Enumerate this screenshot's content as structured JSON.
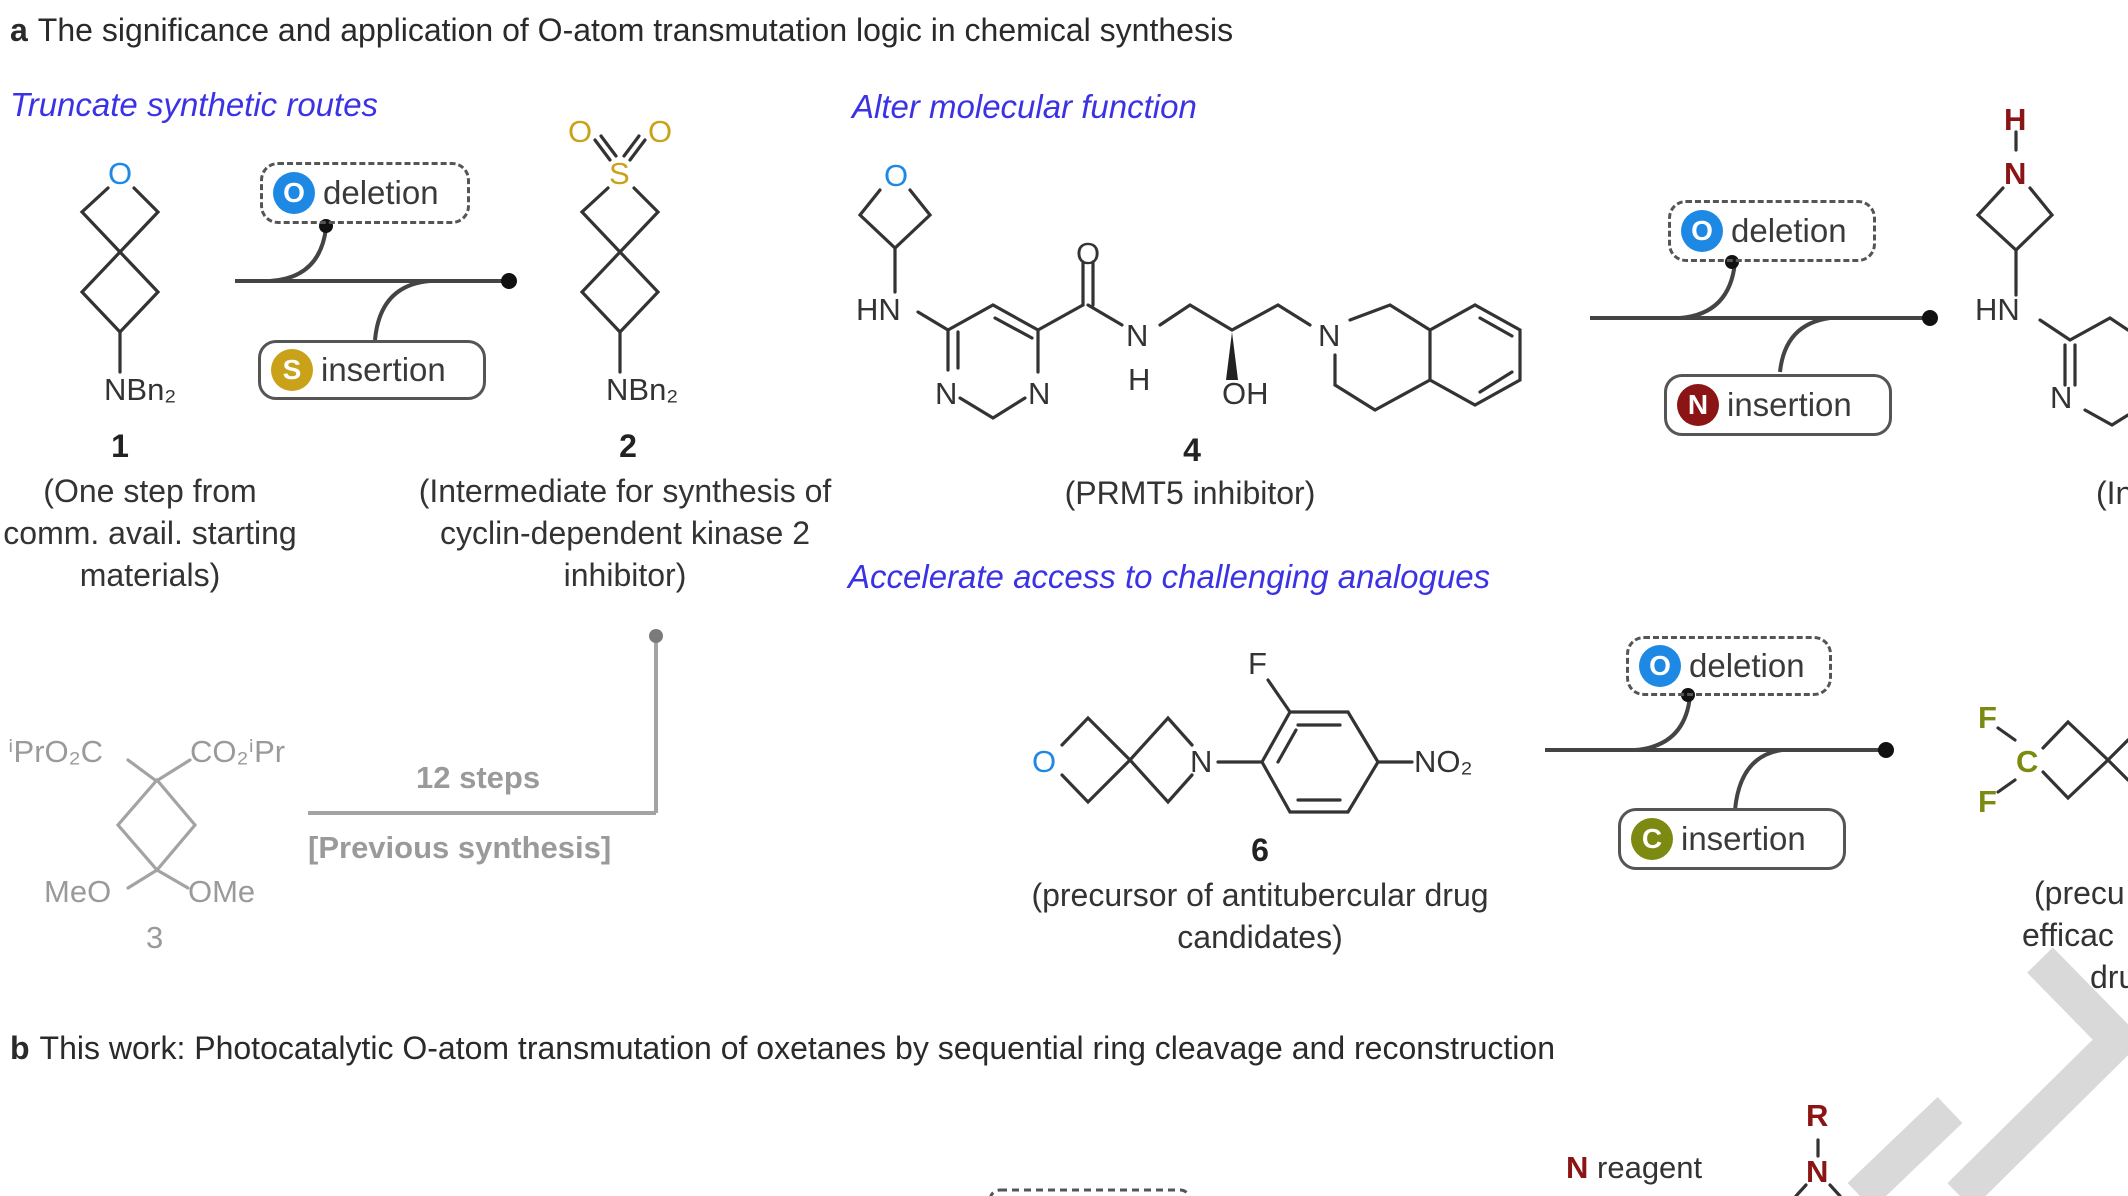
{
  "panel_a": {
    "letter": "a",
    "title": "The significance and application of O-atom transmutation logic in chemical synthesis",
    "sections": {
      "truncate": "Truncate synthetic routes",
      "alter": "Alter molecular function",
      "accelerate": "Accelerate access to challenging analogues"
    },
    "compounds": {
      "c1": {
        "number": "1",
        "top_atom": "O",
        "substituent": "NBn₂",
        "caption": "(One step from comm. avail. starting materials)"
      },
      "c2": {
        "number": "2",
        "top_atom": "S",
        "oxo_left": "O",
        "oxo_right": "O",
        "substituent": "NBn₂",
        "caption": "(Intermediate for synthesis of cyclin-dependent kinase 2 inhibitor)"
      },
      "c3": {
        "number": "3",
        "ester_left": "ⁱPrO₂C",
        "ester_right": "CO₂ⁱPr",
        "ether_left": "MeO",
        "ether_right": "OMe"
      },
      "c4": {
        "number": "4",
        "caption": "(PRMT5 inhibitor)",
        "atoms": {
          "oxetane_O": "O",
          "hn": "HN",
          "carbonyl_O": "O",
          "amide_N": "N",
          "amide_H": "H",
          "oh": "OH",
          "ring_N": "N",
          "pyr_N1": "N",
          "pyr_N2": "N"
        }
      },
      "c5_partial": {
        "top_H": "H",
        "top_N": "N",
        "hn": "HN",
        "ring_N": "N",
        "caption_partial": "(In"
      },
      "c6": {
        "number": "6",
        "caption": "(precursor of antitubercular drug candidates)",
        "atoms": {
          "oxetane_O": "O",
          "N": "N",
          "F": "F",
          "nitro": "NO₂"
        }
      },
      "c7_partial": {
        "F1": "F",
        "C": "C",
        "F2": "F",
        "caption_lines": [
          "(precu",
          "efficac",
          "dru"
        ]
      }
    },
    "transformations": [
      {
        "deletion_badge": "O",
        "deletion_label": "deletion",
        "insertion_badge": "S",
        "insertion_label": "insertion",
        "insertion_color": "#c9a21a"
      },
      {
        "deletion_badge": "O",
        "deletion_label": "deletion",
        "insertion_badge": "N",
        "insertion_label": "insertion",
        "insertion_color": "#8b1414"
      },
      {
        "deletion_badge": "O",
        "deletion_label": "deletion",
        "insertion_badge": "C",
        "insertion_label": "insertion",
        "insertion_color": "#7d8a12"
      }
    ],
    "previous_route": {
      "steps": "12 steps",
      "label": "[Previous synthesis]"
    }
  },
  "panel_b": {
    "letter": "b",
    "title": "This work: Photocatalytic O-atom transmutation of oxetanes by sequential ring cleavage and reconstruction",
    "n_reagent_atom": "N",
    "n_reagent_label": "reagent",
    "partial_R": "R",
    "partial_N": "N"
  },
  "colors": {
    "section_heading": "#3b32e6",
    "oxygen_blue": "#1e88e5",
    "sulfur_gold": "#c9a21a",
    "nitrogen_red": "#8b1414",
    "carbon_olive": "#7d8a12",
    "grey_previous": "#9a9a9a"
  }
}
